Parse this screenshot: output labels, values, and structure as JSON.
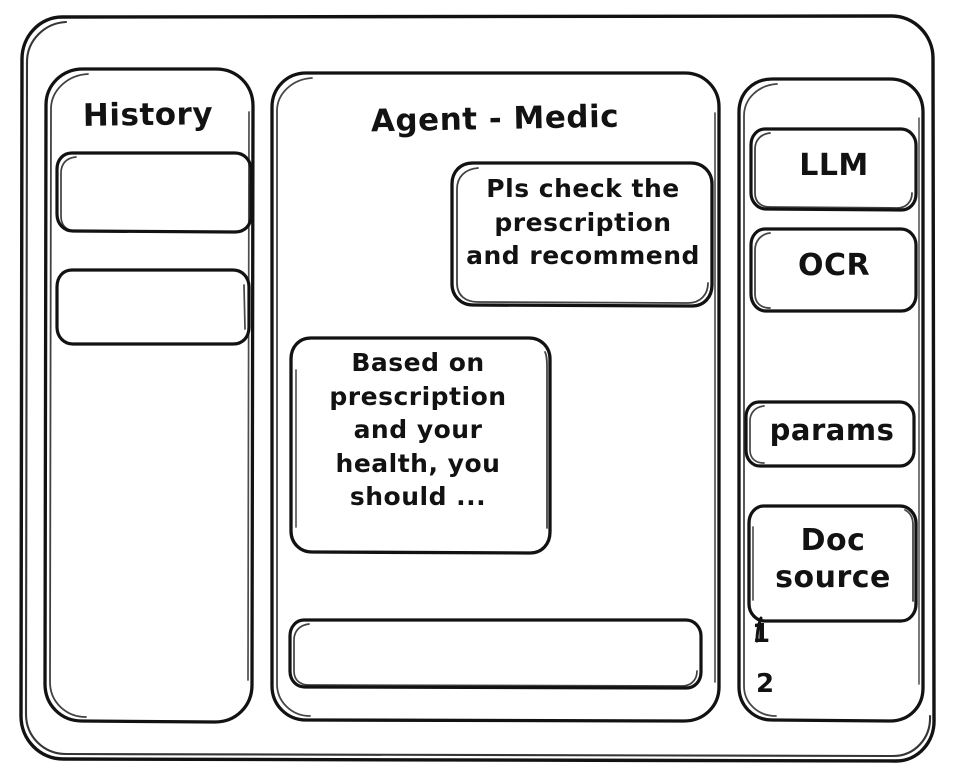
{
  "window": {
    "style": "hand-drawn-wireframe",
    "background_color": "#ffffff",
    "ink_color": "#121212"
  },
  "sidebar": {
    "title": "History",
    "items": [
      {
        "label": "",
        "name": "history-item-1"
      },
      {
        "label": "",
        "name": "history-item-2"
      }
    ]
  },
  "main": {
    "title": "Agent - Medic",
    "messages": [
      {
        "role": "user",
        "text": "Pls check the\nprescription\nand recommend",
        "align": "right"
      },
      {
        "role": "assistant",
        "text": "Based on\nprescription\nand your\nhealth, you\nshould ...",
        "align": "left"
      }
    ],
    "composer": {
      "value": "",
      "placeholder": ""
    }
  },
  "tools": {
    "buttons": [
      {
        "label": "LLM",
        "name": "tool-llm"
      },
      {
        "label": "OCR",
        "name": "tool-ocr"
      },
      {
        "label": "params",
        "name": "tool-params"
      },
      {
        "label": "Doc\nsource",
        "name": "tool-doc-source"
      }
    ],
    "doc_sources": [
      {
        "index": "1"
      },
      {
        "index": "2"
      }
    ]
  }
}
